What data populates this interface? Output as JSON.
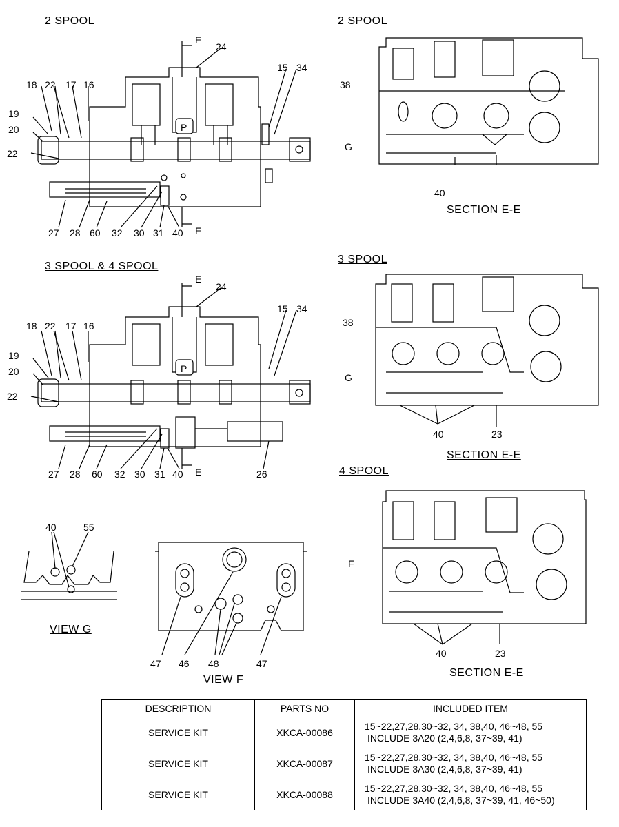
{
  "views": {
    "v1": "2 SPOOL",
    "v2": "2 SPOOL",
    "v3": "3 SPOOL & 4 SPOOL",
    "v4": "3 SPOOL",
    "v5": "4 SPOOL",
    "sec1": "SECTION E-E",
    "sec2": "SECTION E-E",
    "sec3": "SECTION E-E",
    "viewg": "VIEW G",
    "viewf": "VIEW F"
  },
  "marks": {
    "e": "E",
    "g": "G",
    "f": "F",
    "p": "P"
  },
  "numbers": {
    "n15": "15",
    "n16": "16",
    "n17": "17",
    "n18": "18",
    "n19": "19",
    "n20": "20",
    "n22": "22",
    "n23": "23",
    "n24": "24",
    "n26": "26",
    "n27": "27",
    "n28": "28",
    "n30": "30",
    "n31": "31",
    "n32": "32",
    "n34": "34",
    "n38": "38",
    "n40": "40",
    "n46": "46",
    "n47": "47",
    "n48": "48",
    "n55": "55",
    "n60": "60"
  },
  "table": {
    "headers": [
      "DESCRIPTION",
      "PARTS NO",
      "INCLUDED ITEM"
    ],
    "rows": [
      {
        "desc": "SERVICE KIT",
        "part": "XKCA-00086",
        "line1": "15~22,27,28,30~32, 34, 38,40, 46~48, 55",
        "line2": "INCLUDE 3A20 (2,4,6,8, 37~39, 41)"
      },
      {
        "desc": "SERVICE KIT",
        "part": "XKCA-00087",
        "line1": "15~22,27,28,30~32, 34, 38,40, 46~48, 55",
        "line2": "INCLUDE 3A30 (2,4,6,8, 37~39, 41)"
      },
      {
        "desc": "SERVICE KIT",
        "part": "XKCA-00088",
        "line1": "15~22,27,28,30~32, 34, 38,40, 46~48, 55",
        "line2": "INCLUDE 3A40 (2,4,6,8, 37~39, 41, 46~50)"
      }
    ]
  }
}
